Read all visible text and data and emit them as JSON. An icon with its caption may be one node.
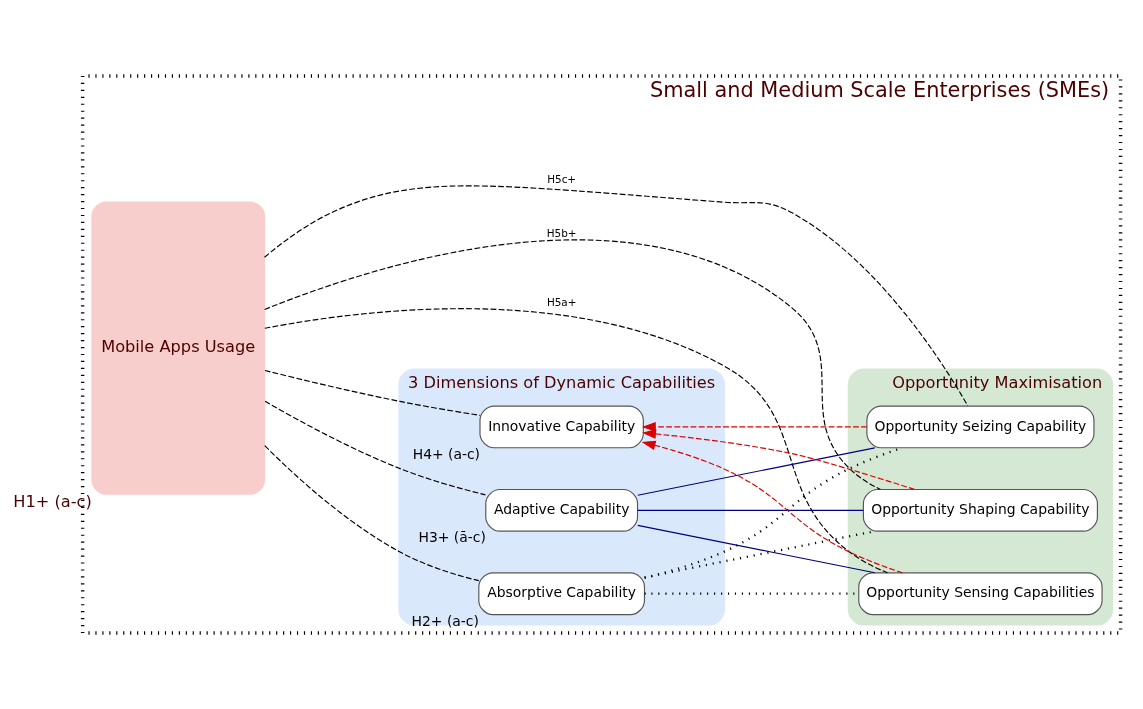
{
  "diagram": {
    "nodes": [
      {
        "text": [
          "Small and Medium Scale Enterprises (SMEs)"
        ]
      },
      {
        "text": [
          "Mobile Apps Usage"
        ],
        "in": 0,
        "beside": [
          "H1+ (a-c)"
        ]
      },
      {
        "text": [
          "3 Dimensions of Dynamic Capabilities"
        ],
        "in": 0
      },
      {
        "text": [
          "Absorptive Capability"
        ],
        "in": 2,
        "beside": [
          "H2+ (a-c)"
        ]
      },
      {
        "text": [
          "Adaptive Capability"
        ],
        "in": 2,
        "beside": [
          "H3+ (ā-c)"
        ]
      },
      {
        "text": [
          "Innovative Capability"
        ],
        "in": 2,
        "beside": [
          "H4+ (a-c)"
        ]
      },
      {
        "text": [
          "Opportunity Maximisation"
        ],
        "in": 0
      },
      {
        "text": [
          "Opportunity Sensing Capabilities"
        ],
        "in": 6
      },
      {
        "text": [
          "Opportunity Shaping Capability"
        ],
        "in": 6
      },
      {
        "text": [
          "Opportunity Seizing Capability"
        ],
        "in": 6
      }
    ],
    "edges": [
      {
        "from": 1,
        "to": 3,
        "arrow": "none",
        "style": "dashed"
      },
      {
        "from": 1,
        "to": 4,
        "arrow": "none",
        "style": "dashed"
      },
      {
        "from": 1,
        "to": 5,
        "arrow": "none",
        "style": "dashed"
      },
      {
        "from": 3,
        "to": 7,
        "arrow": "none",
        "style": "dashed"
      },
      {
        "from": 3,
        "to": 8,
        "arrow": "none",
        "style": "dashed"
      },
      {
        "from": 3,
        "to": 9,
        "arrow": "none",
        "style": "dashed"
      },
      {
        "from": 4,
        "to": 7,
        "arrow": "none",
        "color": "#000080"
      },
      {
        "from": 4,
        "to": 8,
        "arrow": "none",
        "color": "#000080"
      },
      {
        "from": 4,
        "to": 9,
        "arrow": "none",
        "color": "#000080"
      },
      {
        "from": 7,
        "to": 5,
        "arrow": "to",
        "style": "dashed",
        "color": "#dd0000"
      },
      {
        "from": 8,
        "to": 5,
        "arrow": "to",
        "style": "dashed",
        "color": "#dd0000"
      },
      {
        "from": 9,
        "to": 5,
        "arrow": "to",
        "style": "dashed",
        "color": "#dd0000"
      },
      {
        "from": 1,
        "to": 7,
        "arrow": "none",
        "style": "dashed",
        "label": "H5a+"
      },
      {
        "from": 1,
        "to": 8,
        "arrow": "none",
        "style": "dashed",
        "label": "H5b+"
      },
      {
        "from": 1,
        "to": 9,
        "arrow": "none",
        "style": "dashed",
        "label": "H5c+"
      }
    ]
  }
}
